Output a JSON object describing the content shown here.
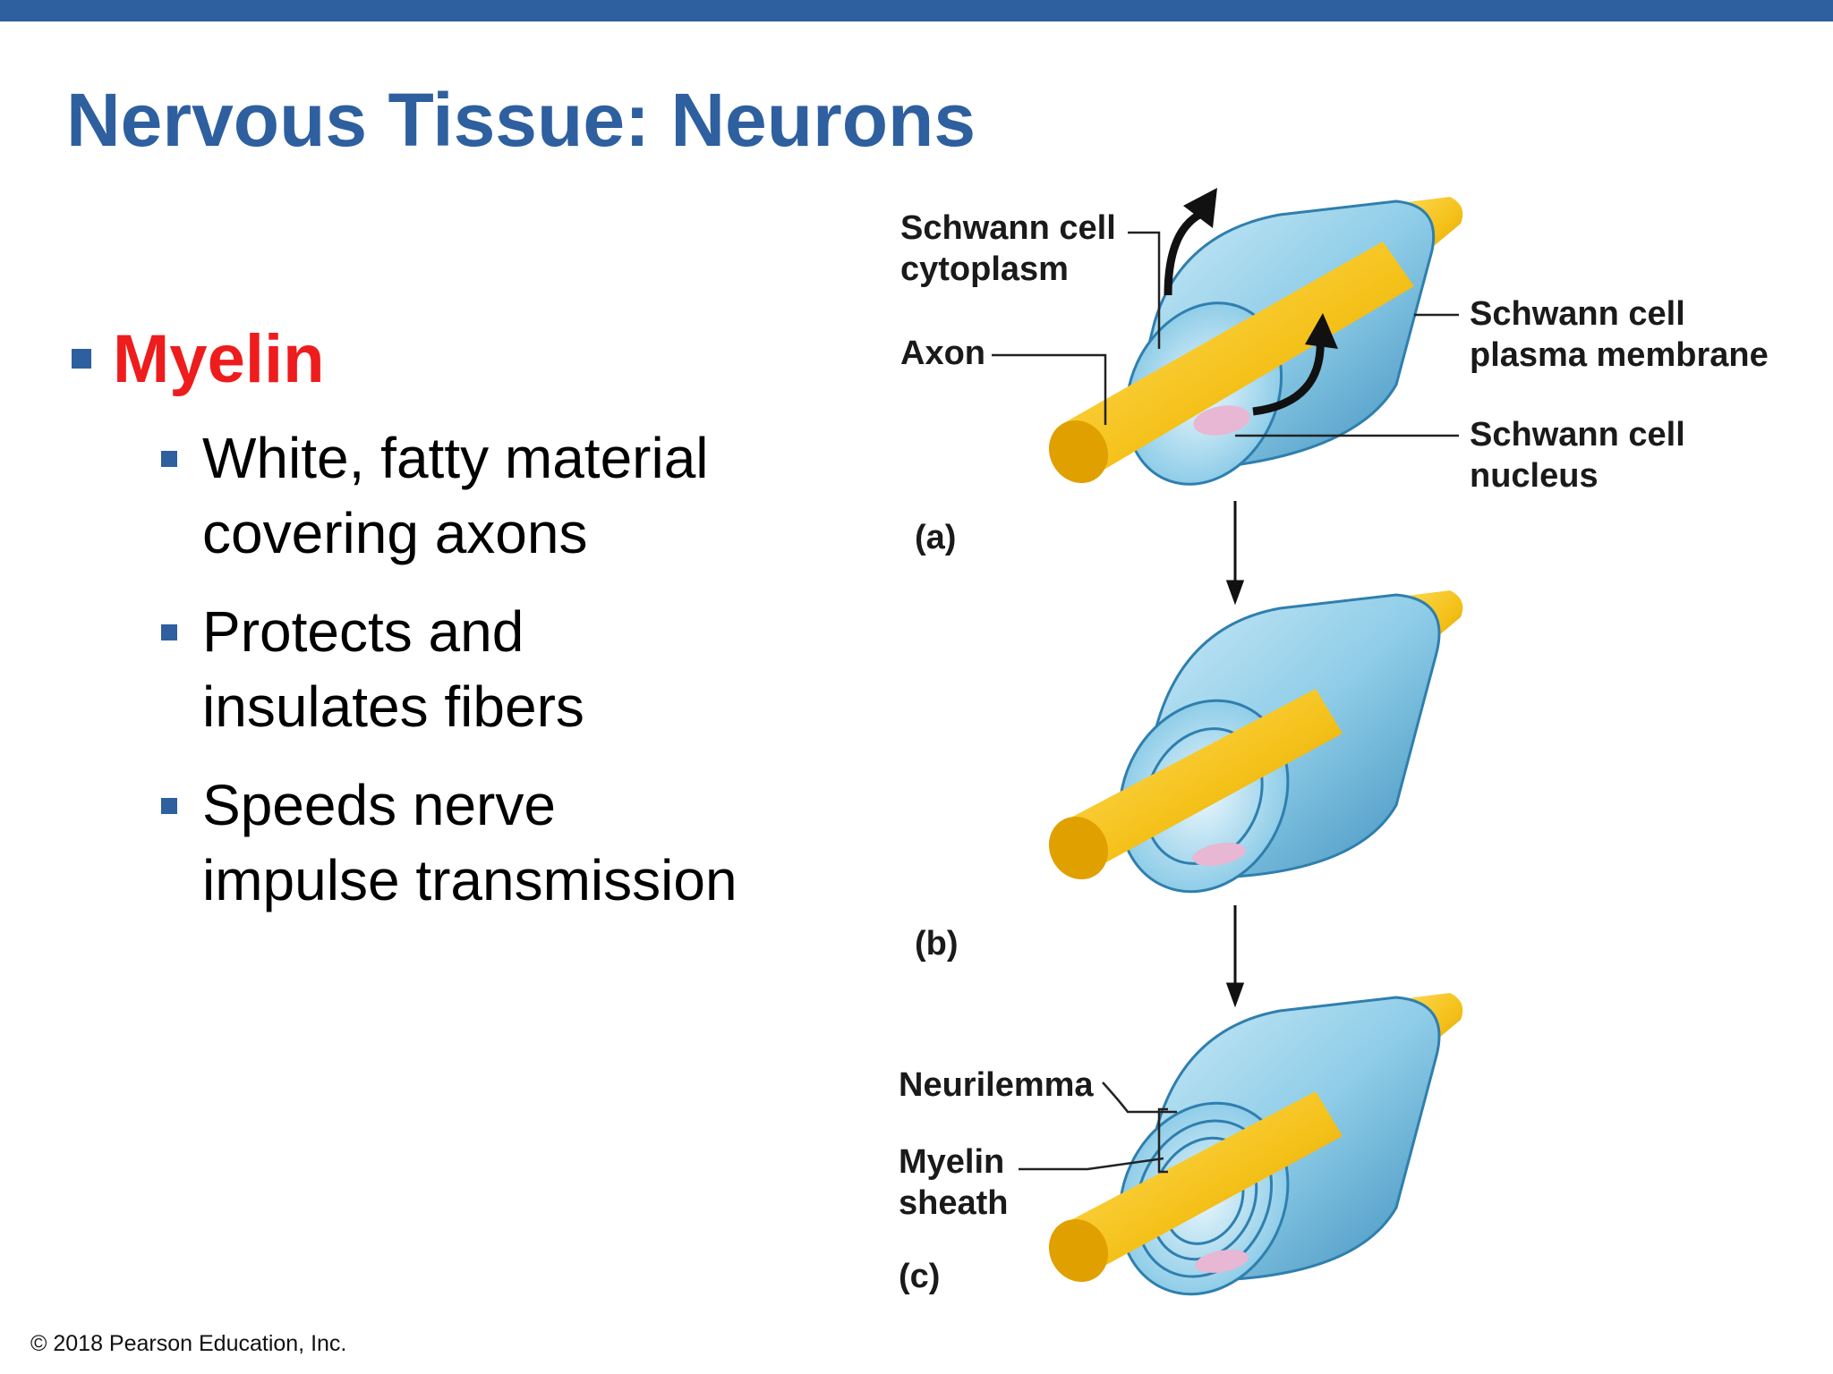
{
  "header": {
    "bar_color": "#2e5f9f"
  },
  "slide": {
    "title": "Nervous Tissue: Neurons",
    "title_color": "#2e5f9f",
    "bullet": {
      "label": "Myelin",
      "label_color": "#ee1c1c",
      "marker_color": "#2e5f9f",
      "sub_bullets": [
        {
          "lines": [
            "White, fatty material",
            "covering axons"
          ]
        },
        {
          "lines": [
            "Protects and",
            "insulates fibers"
          ]
        },
        {
          "lines": [
            "Speeds nerve",
            "impulse transmission"
          ]
        }
      ]
    }
  },
  "diagram": {
    "labels": {
      "schwann_cytoplasm": [
        "Schwann cell",
        "cytoplasm"
      ],
      "axon": "Axon",
      "schwann_membrane": [
        "Schwann cell",
        "plasma membrane"
      ],
      "schwann_nucleus": [
        "Schwann cell",
        "nucleus"
      ],
      "neurilemma": "Neurilemma",
      "myelin_sheath": [
        "Myelin",
        "sheath"
      ]
    },
    "panels": [
      "(a)",
      "(b)",
      "(c)"
    ],
    "colors": {
      "axon": "#f2c020",
      "schwann_cell": "#8fcde8",
      "schwann_cell_dark": "#4a9cc6",
      "nucleus": "#e7b7d3"
    }
  },
  "footer": {
    "copyright": "© 2018 Pearson Education, Inc."
  }
}
